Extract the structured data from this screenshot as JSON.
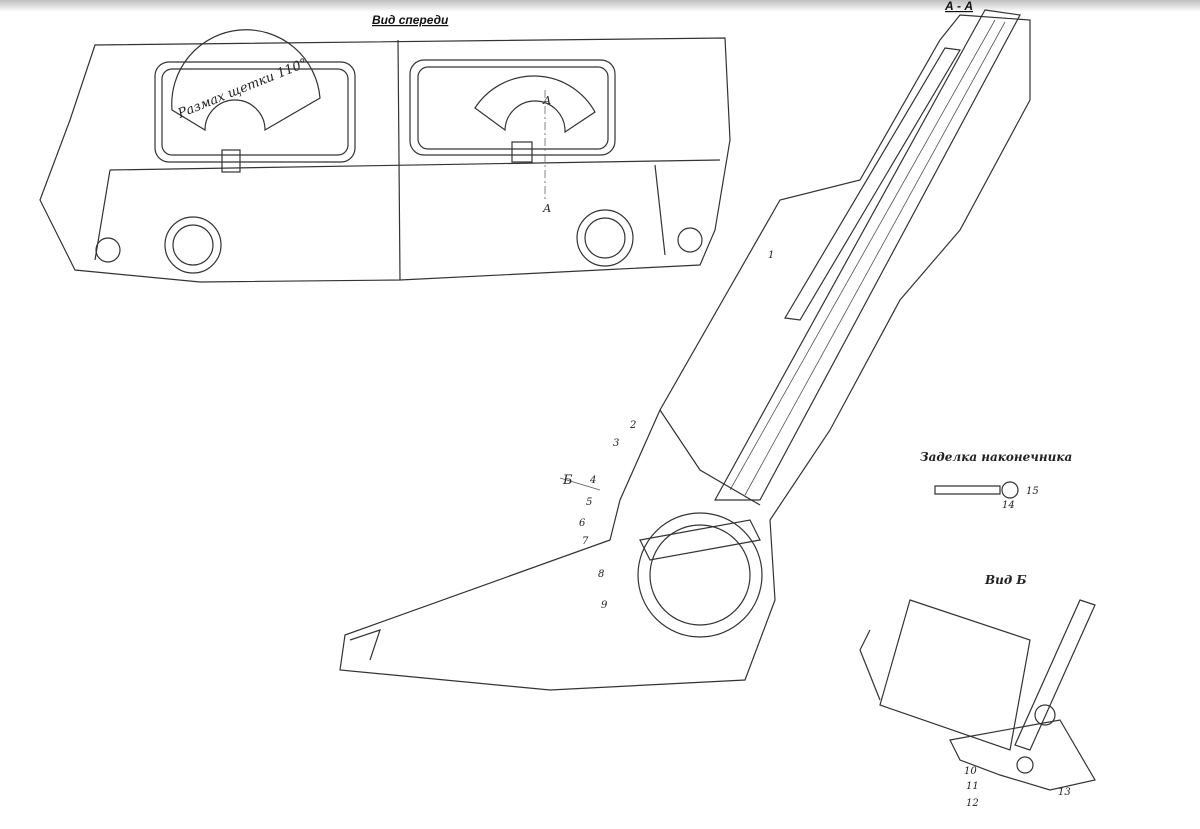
{
  "titles": {
    "front_view": "Вид спереди",
    "section_aa": "А - А",
    "tip_detail": "Заделка наконечника",
    "view_b": "Вид Б"
  },
  "front_view": {
    "sweep_label": "Размах щетки 110°",
    "section_mark_top": "А",
    "section_mark_bottom": "А"
  },
  "section": {
    "view_arrow": "Б",
    "callouts": [
      "1",
      "2",
      "3",
      "4",
      "5",
      "6",
      "7",
      "8",
      "9"
    ]
  },
  "tip": {
    "callouts": [
      "14",
      "15"
    ]
  },
  "view_b_callouts": [
    "10",
    "11",
    "12",
    "13"
  ]
}
